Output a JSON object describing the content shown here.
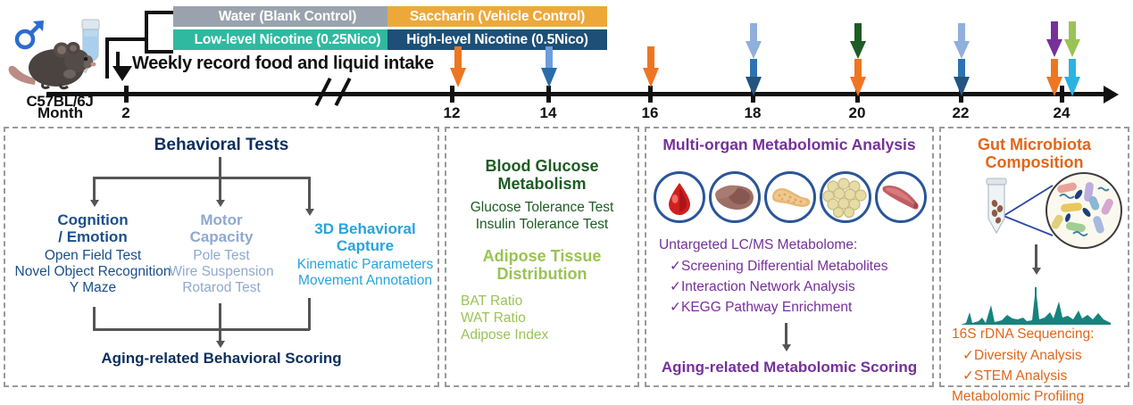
{
  "figure": {
    "animal": {
      "strain_label": "C57BL/6J",
      "sex_icon": "male-symbol-icon",
      "mouse_icon": "mouse-icon",
      "bottle_icon": "water-bottle-icon"
    },
    "legend": [
      {
        "label": "Water (Blank Control)",
        "color": "#9aa3ad"
      },
      {
        "label": "Low-level Nicotine (0.25Nico)",
        "color": "#2fb9a0"
      },
      {
        "label": "Saccharin (Vehicle Control)",
        "color": "#eda83a"
      },
      {
        "label": "High-level Nicotine (0.5Nico)",
        "color": "#1d4f77"
      }
    ],
    "weekly_note": "Weekly record food and liquid intake",
    "axis": {
      "unit_label": "Month",
      "ticks": [
        "2",
        "12",
        "14",
        "16",
        "18",
        "20",
        "22",
        "24"
      ],
      "break_between": [
        "2",
        "12"
      ]
    },
    "timepoint_markers": [
      {
        "month": "12",
        "arrows": [
          "#ee7622"
        ]
      },
      {
        "month": "14",
        "arrows": [
          "#6d9edb",
          "#2a6ca8"
        ]
      },
      {
        "month": "16",
        "arrows": [
          "#ee7622"
        ]
      },
      {
        "month": "18",
        "arrows": [
          "#8fb0dd",
          "#2a6ca8"
        ]
      },
      {
        "month": "20",
        "arrows": [
          "#1d5c24",
          "#ee7622"
        ]
      },
      {
        "month": "22",
        "arrows": [
          "#8fb0dd",
          "#2a6ca8"
        ]
      },
      {
        "month": "24",
        "arrows": [
          "#76309b",
          "#9ac356",
          "#ee7622",
          "#2bb3e0"
        ]
      }
    ],
    "panels": {
      "behavior": {
        "title": "Behavioral Tests",
        "columns": [
          {
            "heading": [
              "Cognition",
              "/ Emotion"
            ],
            "color": "#1b4f8c",
            "items": [
              "Open Field Test",
              "Novel Object Recognition",
              "Y Maze"
            ]
          },
          {
            "heading": [
              "Motor",
              "Capacity"
            ],
            "color": "#8fa9d0",
            "items": [
              "Pole Test",
              "Wire Suspension",
              "Rotarod Test"
            ]
          },
          {
            "heading": [
              "3D Behavioral",
              "Capture"
            ],
            "color": "#28a3dd",
            "items": [
              "Kinematic Parameters",
              "Movement Annotation"
            ]
          }
        ],
        "footer": "Aging-related Behavioral Scoring"
      },
      "glucose": {
        "title_1": [
          "Blood Glucose",
          "Metabolism"
        ],
        "items_1": [
          "Glucose Tolerance Test",
          "Insulin Tolerance Test"
        ],
        "title_2": [
          "Adipose Tissue",
          "Distribution"
        ],
        "items_2": [
          "BAT Ratio",
          "WAT Ratio",
          "Adipose Index"
        ],
        "color_1": "#1d5c24",
        "color_2": "#9ac356"
      },
      "metabolome": {
        "title": "Multi-organ Metabolomic Analysis",
        "organs": [
          "blood-drop-icon",
          "liver-icon",
          "pancreas-icon",
          "adipose-icon",
          "muscle-icon"
        ],
        "lead_in": "Untargeted LC/MS Metabolome:",
        "checklist": [
          "Screening Differential Metabolites",
          "Interaction Network Analysis",
          "KEGG Pathway Enrichment"
        ],
        "footer": "Aging-related Metabolomic Scoring",
        "color": "#76309b"
      },
      "microbiota": {
        "title": [
          "Gut Microbiota",
          "Composition"
        ],
        "lead_in": "16S rDNA Sequencing:",
        "checklist": [
          "Diversity Analysis",
          "STEM Analysis"
        ],
        "extra": "Metabolomic Profiling",
        "color": "#e2661a",
        "icons": [
          "fecal-tube-icon",
          "bacteria-magnifier-icon",
          "chromatogram-icon"
        ]
      }
    },
    "check_glyph": "✓"
  }
}
